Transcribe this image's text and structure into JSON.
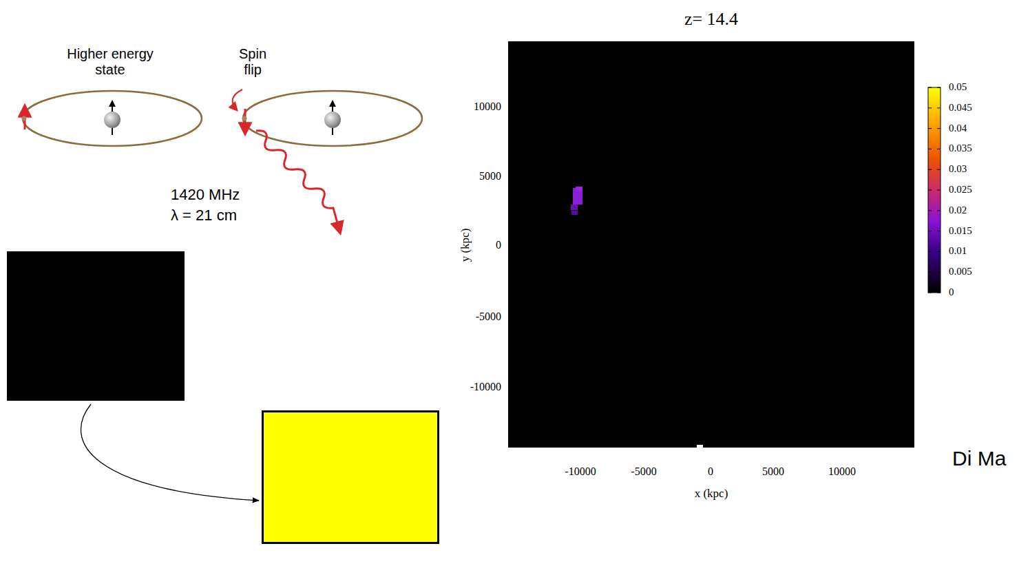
{
  "diagram": {
    "labels": [
      "Higher energy state",
      "Spin flip",
      "1420 MHz",
      "λ = 21 cm",
      "z= 14.4",
      "10000",
      "5000",
      "0",
      "-5000",
      "-10000",
      "y (kpc)",
      "-10000",
      "-5000",
      "0",
      "5000",
      "10000",
      "x (kpc)",
      "0.05",
      "0.045",
      "0.04",
      "0.035",
      "0.03",
      "0.025",
      "0.02",
      "0.015",
      "0.01",
      "0.005",
      "0",
      "Di Ma"
    ]
  }
}
